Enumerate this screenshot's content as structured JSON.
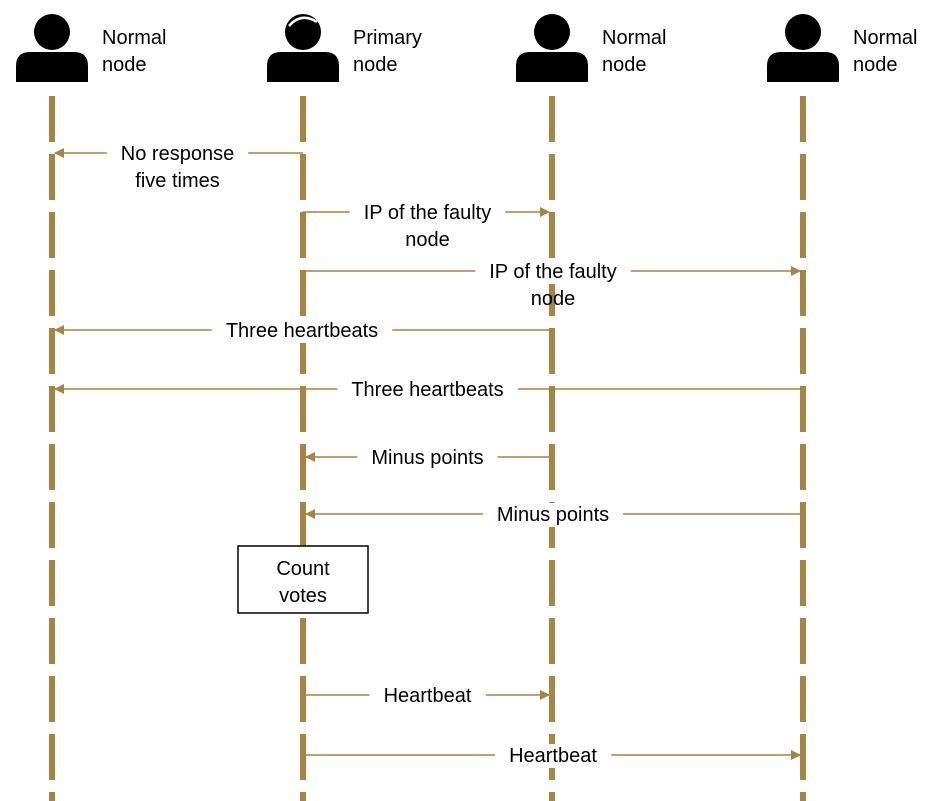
{
  "colors": {
    "lifeline": "#a58444",
    "arrow": "#a58444",
    "actor": "#000000",
    "box_border": "#000000"
  },
  "actors": [
    {
      "id": "n1",
      "icon": "person-icon",
      "label_lines": [
        "Normal",
        "node"
      ]
    },
    {
      "id": "p",
      "icon": "person-with-hair-icon",
      "label_lines": [
        "Primary",
        "node"
      ]
    },
    {
      "id": "n2",
      "icon": "person-icon",
      "label_lines": [
        "Normal",
        "node"
      ]
    },
    {
      "id": "n3",
      "icon": "person-icon",
      "label_lines": [
        "Normal",
        "node"
      ]
    }
  ],
  "messages": [
    {
      "from": "p",
      "to": "n1",
      "label_lines": [
        "No response",
        "five times"
      ]
    },
    {
      "from": "p",
      "to": "n2",
      "label_lines": [
        "IP of the faulty",
        "node"
      ]
    },
    {
      "from": "p",
      "to": "n3",
      "label_lines": [
        "IP of the faulty",
        "node"
      ]
    },
    {
      "from": "n2",
      "to": "n1",
      "label_lines": [
        "Three heartbeats"
      ]
    },
    {
      "from": "n3",
      "to": "n1",
      "label_lines": [
        "Three heartbeats"
      ]
    },
    {
      "from": "n2",
      "to": "p",
      "label_lines": [
        "Minus points"
      ]
    },
    {
      "from": "n3",
      "to": "p",
      "label_lines": [
        "Minus points"
      ]
    },
    {
      "from": "p",
      "to": "n2",
      "label_lines": [
        "Heartbeat"
      ]
    },
    {
      "from": "p",
      "to": "n3",
      "label_lines": [
        "Heartbeat"
      ]
    }
  ],
  "process_box": {
    "on": "p",
    "label_lines": [
      "Count",
      "votes"
    ]
  }
}
